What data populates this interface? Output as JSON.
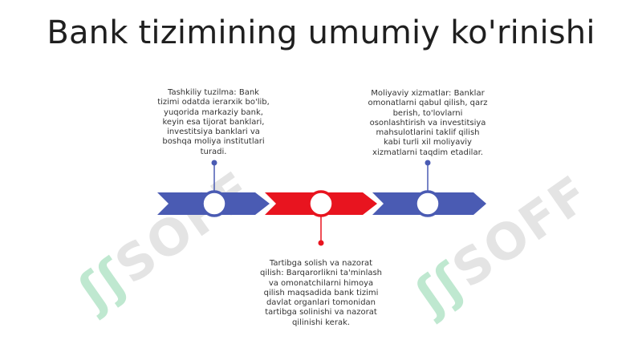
{
  "page": {
    "title": "Bank tizimining umumiy ko'rinishi"
  },
  "timeline": {
    "segments": [
      {
        "id": "seg-1",
        "color": "#4a5bb3"
      },
      {
        "id": "seg-2",
        "color": "#e8141f"
      },
      {
        "id": "seg-3",
        "color": "#4a5bb3"
      }
    ],
    "events": [
      {
        "id": "tashkiliy",
        "side": "top",
        "color": "#4a5bb3",
        "text": "Tashkiliy tuzilma: Bank tizimi odatda ierarxik bo'lib, yuqorida markaziy bank, keyin esa tijorat banklari, investitsiya banklari va boshqa moliya institutlari turadi."
      },
      {
        "id": "tartibga",
        "side": "bottom",
        "color": "#e8141f",
        "text": "Tartibga solish va nazorat qilish: Barqarorlikni ta'minlash va omonatchilarni himoya qilish maqsadida bank tizimi davlat organlari tomonidan tartibga solinishi va nazorat qilinishi kerak."
      },
      {
        "id": "moliyaviy",
        "side": "top",
        "color": "#4a5bb3",
        "text": "Moliyaviy xizmatlar: Banklar omonatlarni qabul qilish, qarz berish, to'lovlarni osonlashtirish va investitsiya mahsulotlarini taklif qilish kabi turli xil moliyaviy xizmatlarni taqdim etadilar."
      }
    ]
  },
  "watermark": {
    "mark": "ʃʃ",
    "word": "SOFF"
  }
}
